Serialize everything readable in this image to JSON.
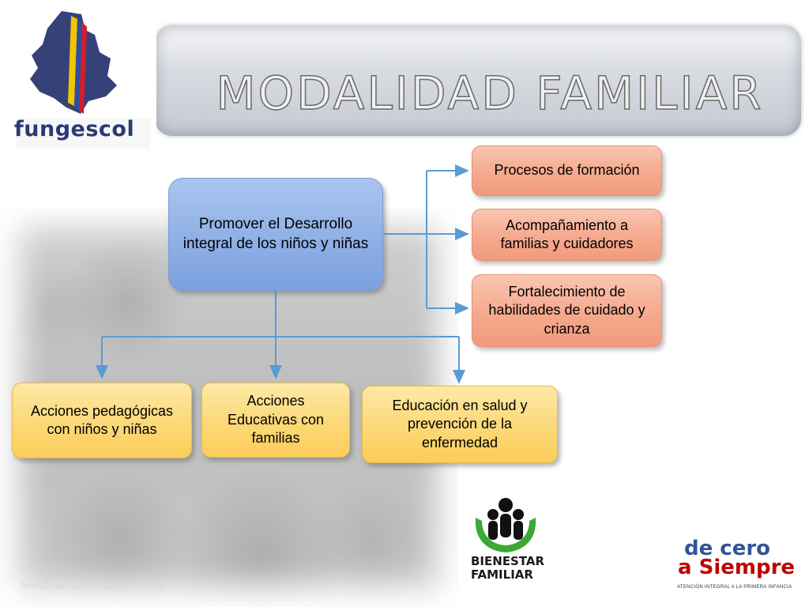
{
  "slide": {
    "title": "MODALIDAD FAMILIAR",
    "source_note": "Tomado de Manual Operativo ICBF"
  },
  "logos": {
    "left": "fungescol",
    "bienestar_line1": "BIENESTAR",
    "bienestar_line2": "FAMILIAR",
    "cero_line1": "de cero",
    "cero_line2": "a Siempre",
    "cero_tagline": "ATENCIÓN INTEGRAL A LA PRIMERA INFANCIA"
  },
  "diagram": {
    "root": "Promover el Desarrollo integral de los niños y niñas",
    "right_nodes": [
      "Procesos de formación",
      "Acompañamiento a familias y cuidadores",
      "Fortalecimiento de habilidades de cuidado y crianza"
    ],
    "bottom_nodes": [
      "Acciones pedagógicas con niños y niñas",
      "Acciones Educativas con familias",
      "Educación en salud y prevención de la enfermedad"
    ]
  },
  "colors": {
    "root_fill": "#8daee5",
    "right_fill": "#f5a98e",
    "bottom_fill": "#fcd877",
    "connector": "#5b9bd5"
  }
}
